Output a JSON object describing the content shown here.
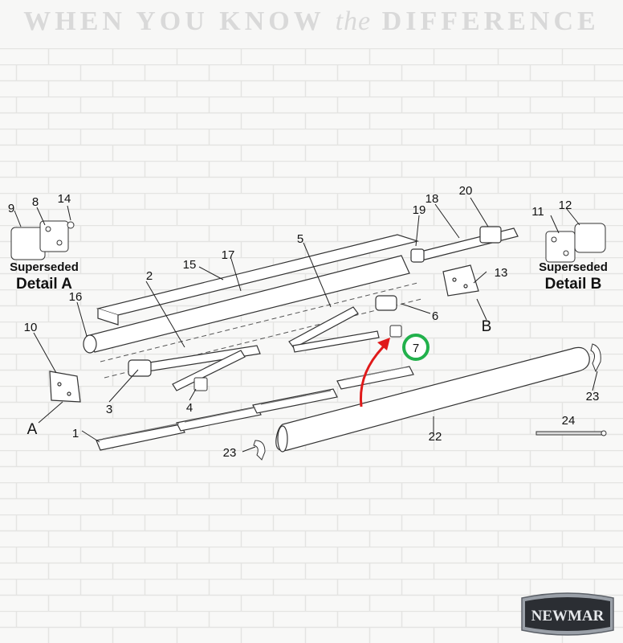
{
  "tagline": {
    "part1": "WHEN YOU KNOW ",
    "part2": "the",
    "part3": " DIFFERENCE"
  },
  "brand": {
    "name": "NEWMAR",
    "color": "#8a8f96"
  },
  "highlight": {
    "part": "7",
    "circle_color": "#22b14c",
    "arrow_color": "#e01a1a"
  },
  "labels": {
    "superseded": "Superseded",
    "detail": "Detail",
    "detail_a": "A",
    "detail_b": "B",
    "view_a": "A",
    "view_b": "B"
  },
  "parts": [
    "1",
    "2",
    "3",
    "4",
    "5",
    "6",
    "7",
    "8",
    "9",
    "10",
    "11",
    "12",
    "13",
    "14",
    "15",
    "16",
    "17",
    "18",
    "19",
    "20",
    "22",
    "23",
    "23",
    "24"
  ]
}
